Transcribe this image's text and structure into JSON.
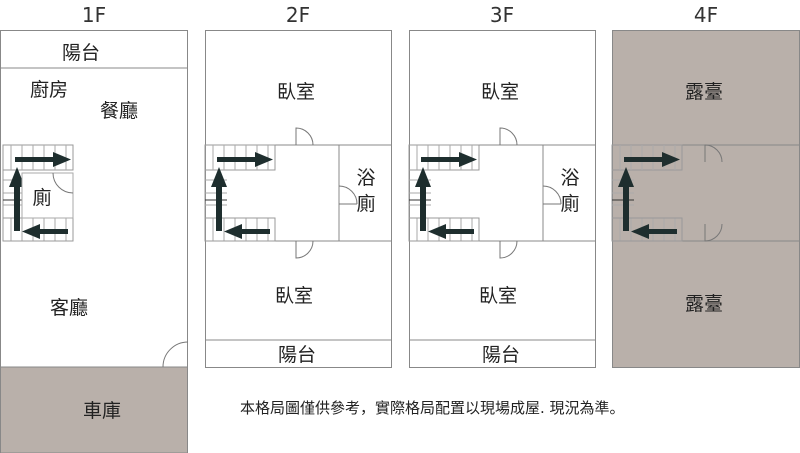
{
  "floors": [
    {
      "label": "1F",
      "rooms": {
        "balcony": "陽台",
        "kitchen": "廚房",
        "dining": "餐廳",
        "toilet": "廁",
        "living": "客廳",
        "garage": "車庫"
      }
    },
    {
      "label": "2F",
      "rooms": {
        "bedroom_top": "臥室",
        "bath_1": "浴",
        "bath_2": "廁",
        "bedroom_bottom": "臥室",
        "balcony": "陽台"
      }
    },
    {
      "label": "3F",
      "rooms": {
        "bedroom_top": "臥室",
        "bath_1": "浴",
        "bath_2": "廁",
        "bedroom_bottom": "臥室",
        "balcony": "陽台"
      }
    },
    {
      "label": "4F",
      "rooms": {
        "terrace_top": "露臺",
        "terrace_bottom": "露臺"
      }
    }
  ],
  "note": "本格局圖僅供參考，實際格局配置以現場成屋. 現況為準。",
  "colors": {
    "gray_fill": "#b9b0aa",
    "wall": "#8a8a8a",
    "arrow": "#1e2e2e"
  }
}
